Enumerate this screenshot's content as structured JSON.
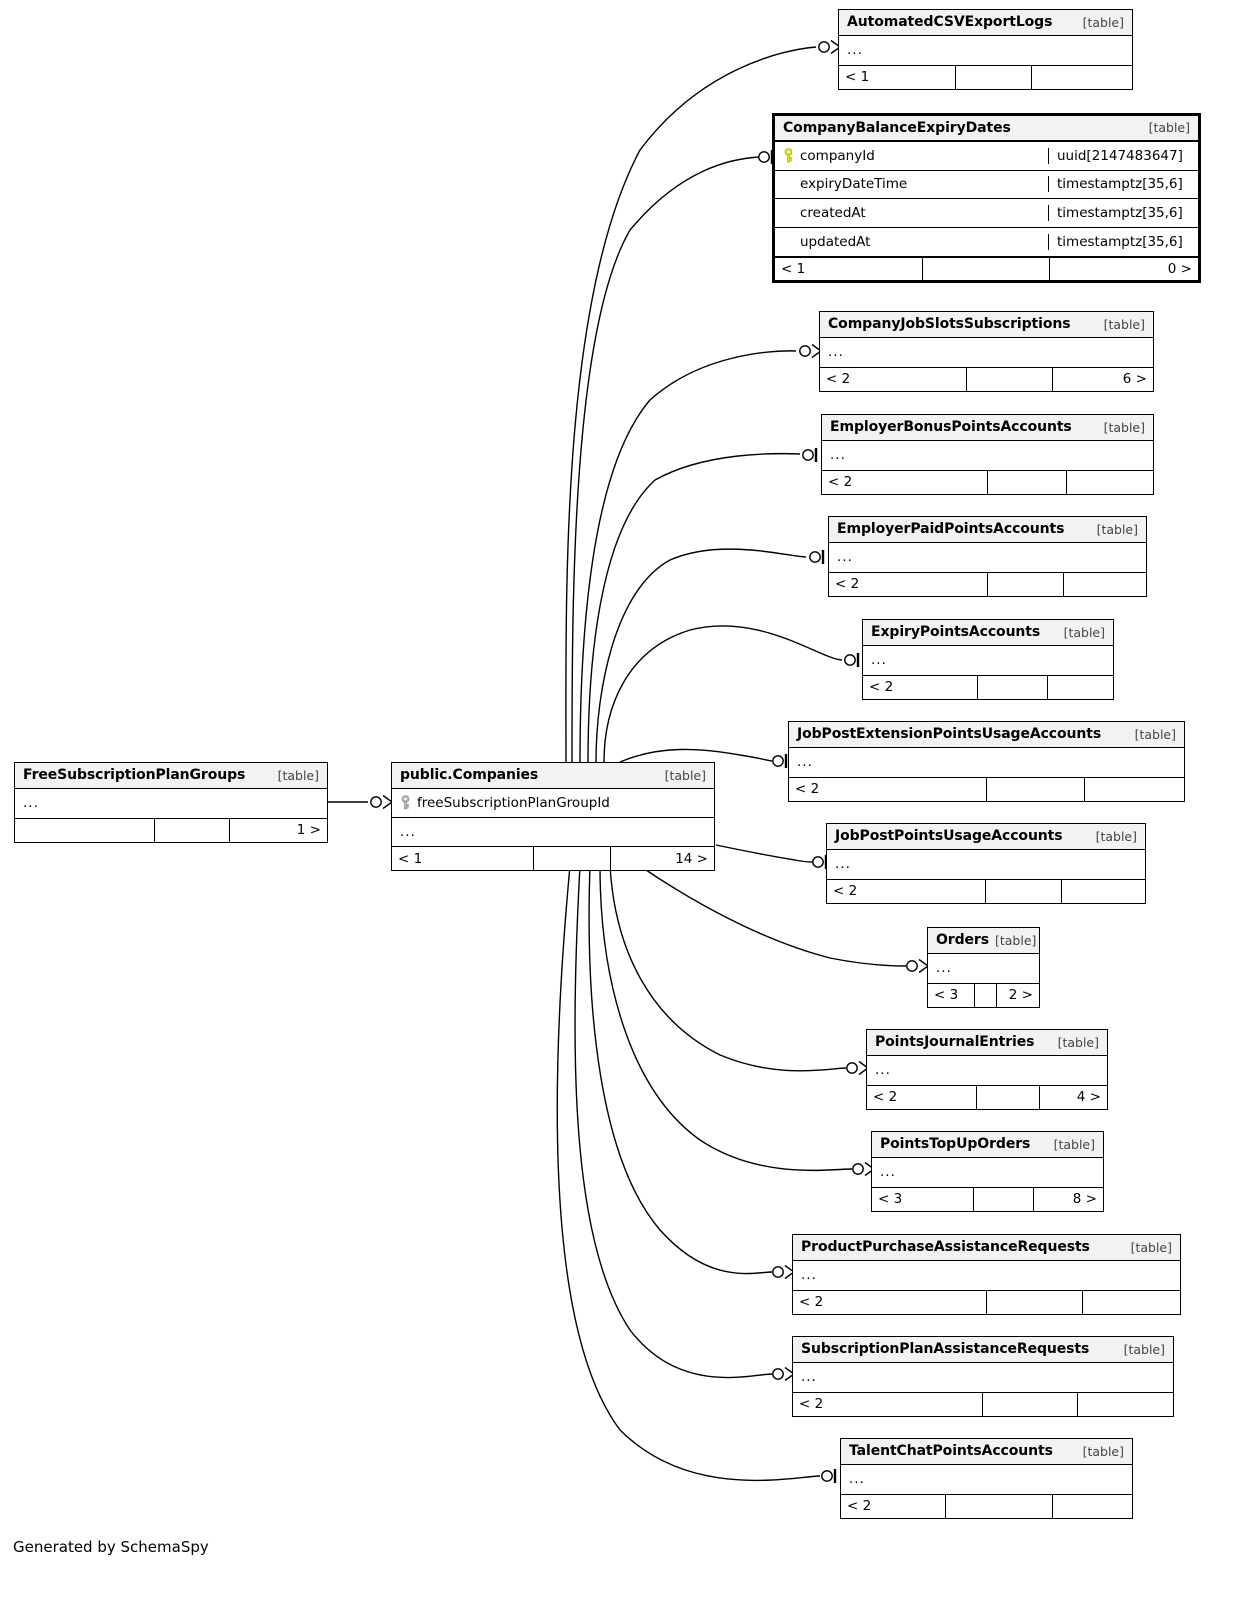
{
  "diagram": {
    "kind": "schemaspy-er-diagram",
    "credit": "Generated by SchemaSpy",
    "table_tag": "[table]",
    "ellipsis": "...",
    "colors": {
      "header_bg": "#f2f2f2",
      "border": "#000000",
      "pk_key": "#e8e81e",
      "fk_key": "#b3b3b3",
      "background": "#ffffff"
    }
  },
  "tables": [
    {
      "id": "automated-csv-export-logs",
      "name": "AutomatedCSVExportLogs",
      "tag": "[table]",
      "focus": false,
      "columns": [
        {
          "name": "...",
          "type": "",
          "key": "none"
        }
      ],
      "footer": [
        "< 1",
        "",
        ""
      ]
    },
    {
      "id": "company-balance-expiry-dates",
      "name": "CompanyBalanceExpiryDates",
      "tag": "[table]",
      "focus": true,
      "columns": [
        {
          "name": "companyId",
          "type": "uuid[2147483647]",
          "key": "primary"
        },
        {
          "name": "expiryDateTime",
          "type": "timestamptz[35,6]",
          "key": "none"
        },
        {
          "name": "createdAt",
          "type": "timestamptz[35,6]",
          "key": "none"
        },
        {
          "name": "updatedAt",
          "type": "timestamptz[35,6]",
          "key": "none"
        }
      ],
      "footer": [
        "< 1",
        "",
        "0 >"
      ]
    },
    {
      "id": "company-job-slots-subscriptions",
      "name": "CompanyJobSlotsSubscriptions",
      "tag": "[table]",
      "focus": false,
      "columns": [
        {
          "name": "...",
          "type": "",
          "key": "none"
        }
      ],
      "footer": [
        "< 2",
        "",
        "6 >"
      ]
    },
    {
      "id": "employer-bonus-points-accounts",
      "name": "EmployerBonusPointsAccounts",
      "tag": "[table]",
      "focus": false,
      "columns": [
        {
          "name": "...",
          "type": "",
          "key": "none"
        }
      ],
      "footer": [
        "< 2",
        "",
        ""
      ]
    },
    {
      "id": "employer-paid-points-accounts",
      "name": "EmployerPaidPointsAccounts",
      "tag": "[table]",
      "focus": false,
      "columns": [
        {
          "name": "...",
          "type": "",
          "key": "none"
        }
      ],
      "footer": [
        "< 2",
        "",
        ""
      ]
    },
    {
      "id": "expiry-points-accounts",
      "name": "ExpiryPointsAccounts",
      "tag": "[table]",
      "focus": false,
      "columns": [
        {
          "name": "...",
          "type": "",
          "key": "none"
        }
      ],
      "footer": [
        "< 2",
        "",
        ""
      ]
    },
    {
      "id": "job-post-extension-points-usage-accounts",
      "name": "JobPostExtensionPointsUsageAccounts",
      "tag": "[table]",
      "focus": false,
      "columns": [
        {
          "name": "...",
          "type": "",
          "key": "none"
        }
      ],
      "footer": [
        "< 2",
        "",
        ""
      ]
    },
    {
      "id": "job-post-points-usage-accounts",
      "name": "JobPostPointsUsageAccounts",
      "tag": "[table]",
      "focus": false,
      "columns": [
        {
          "name": "...",
          "type": "",
          "key": "none"
        }
      ],
      "footer": [
        "< 2",
        "",
        ""
      ]
    },
    {
      "id": "orders",
      "name": "Orders",
      "tag": "[table]",
      "focus": false,
      "columns": [
        {
          "name": "...",
          "type": "",
          "key": "none"
        }
      ],
      "footer": [
        "< 3",
        "",
        "2 >"
      ]
    },
    {
      "id": "points-journal-entries",
      "name": "PointsJournalEntries",
      "tag": "[table]",
      "focus": false,
      "columns": [
        {
          "name": "...",
          "type": "",
          "key": "none"
        }
      ],
      "footer": [
        "< 2",
        "",
        "4 >"
      ]
    },
    {
      "id": "points-top-up-orders",
      "name": "PointsTopUpOrders",
      "tag": "[table]",
      "focus": false,
      "columns": [
        {
          "name": "...",
          "type": "",
          "key": "none"
        }
      ],
      "footer": [
        "< 3",
        "",
        "8 >"
      ]
    },
    {
      "id": "product-purchase-assistance-requests",
      "name": "ProductPurchaseAssistanceRequests",
      "tag": "[table]",
      "focus": false,
      "columns": [
        {
          "name": "...",
          "type": "",
          "key": "none"
        }
      ],
      "footer": [
        "< 2",
        "",
        ""
      ]
    },
    {
      "id": "subscription-plan-assistance-requests",
      "name": "SubscriptionPlanAssistanceRequests",
      "tag": "[table]",
      "focus": false,
      "columns": [
        {
          "name": "...",
          "type": "",
          "key": "none"
        }
      ],
      "footer": [
        "< 2",
        "",
        ""
      ]
    },
    {
      "id": "talent-chat-points-accounts",
      "name": "TalentChatPointsAccounts",
      "tag": "[table]",
      "focus": false,
      "columns": [
        {
          "name": "...",
          "type": "",
          "key": "none"
        }
      ],
      "footer": [
        "< 2",
        "",
        ""
      ]
    },
    {
      "id": "free-subscription-plan-groups",
      "name": "FreeSubscriptionPlanGroups",
      "tag": "[table]",
      "focus": false,
      "columns": [
        {
          "name": "...",
          "type": "",
          "key": "none"
        }
      ],
      "footer": [
        "",
        "",
        "1 >"
      ]
    },
    {
      "id": "public-companies",
      "name": "public.Companies",
      "tag": "[table]",
      "focus": false,
      "columns": [
        {
          "name": "freeSubscriptionPlanGroupId",
          "type": "",
          "key": "foreign"
        },
        {
          "name": "...",
          "type": "",
          "key": "none"
        }
      ],
      "footer": [
        "< 1",
        "",
        "14 >"
      ]
    }
  ],
  "relationships": [
    {
      "from": "public-companies",
      "to": "automated-csv-export-logs",
      "end": "many"
    },
    {
      "from": "public-companies",
      "to": "company-balance-expiry-dates",
      "end": "one"
    },
    {
      "from": "public-companies",
      "to": "company-job-slots-subscriptions",
      "end": "many"
    },
    {
      "from": "public-companies",
      "to": "employer-bonus-points-accounts",
      "end": "one"
    },
    {
      "from": "public-companies",
      "to": "employer-paid-points-accounts",
      "end": "one"
    },
    {
      "from": "public-companies",
      "to": "expiry-points-accounts",
      "end": "one"
    },
    {
      "from": "public-companies",
      "to": "job-post-extension-points-usage-accounts",
      "end": "one"
    },
    {
      "from": "public-companies",
      "to": "job-post-points-usage-accounts",
      "end": "one"
    },
    {
      "from": "public-companies",
      "to": "orders",
      "end": "many"
    },
    {
      "from": "public-companies",
      "to": "points-journal-entries",
      "end": "many"
    },
    {
      "from": "public-companies",
      "to": "points-top-up-orders",
      "end": "many"
    },
    {
      "from": "public-companies",
      "to": "product-purchase-assistance-requests",
      "end": "many"
    },
    {
      "from": "public-companies",
      "to": "subscription-plan-assistance-requests",
      "end": "many"
    },
    {
      "from": "public-companies",
      "to": "talent-chat-points-accounts",
      "end": "one"
    },
    {
      "from": "free-subscription-plan-groups",
      "to": "public-companies",
      "end": "many"
    }
  ]
}
